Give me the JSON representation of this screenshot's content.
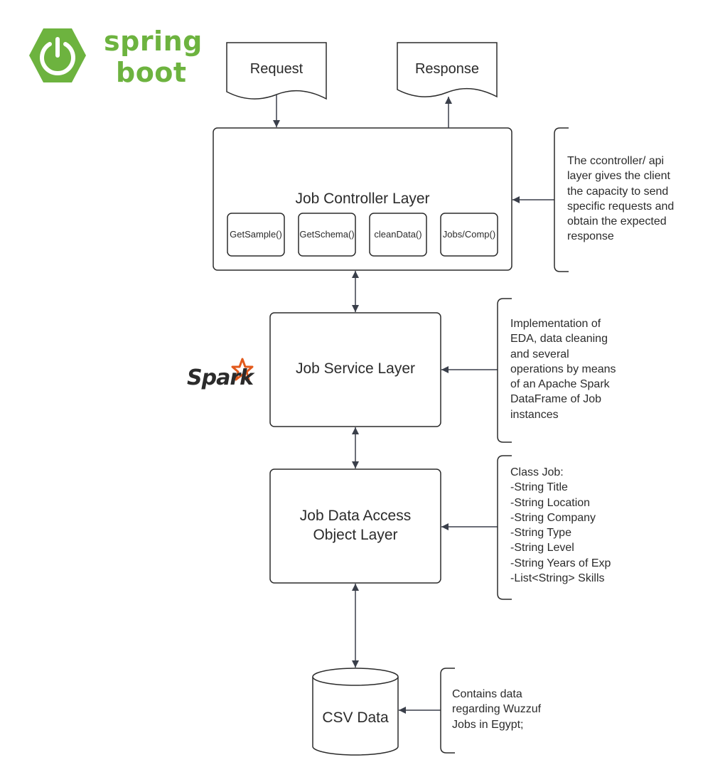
{
  "logo": {
    "line1": "spring",
    "line2": "boot",
    "brand_color": "#6db33f",
    "icon": "power-icon"
  },
  "io": {
    "request": "Request",
    "response": "Response"
  },
  "controller": {
    "title": "Job Controller Layer",
    "methods": [
      "GetSample()",
      "GetSchema()",
      "cleanData()",
      "Jobs/Comp()"
    ],
    "note": [
      "The ccontroller/ api",
      "layer gives the client",
      "the capacity to send",
      "specific requests and",
      "obtain the expected",
      "response"
    ]
  },
  "service": {
    "title": "Job Service Layer",
    "logo_text": "Spark",
    "logo_star_color": "#e25a1c",
    "note": [
      "Implementation of",
      "EDA, data cleaning",
      "and several",
      "operations by means",
      "of an Apache Spark",
      "DataFrame of Job",
      "instances"
    ]
  },
  "dao": {
    "title_line1": "Job Data Access",
    "title_line2": "Object Layer",
    "note": [
      "Class Job:",
      "-String Title",
      "-String Location",
      "-String Company",
      "-String Type",
      "-String Level",
      "-String Years of Exp",
      "-List<String> Skills"
    ]
  },
  "csv": {
    "title": "CSV Data",
    "note": [
      "Contains data",
      "regarding Wuzzuf",
      "Jobs in Egypt;"
    ]
  }
}
